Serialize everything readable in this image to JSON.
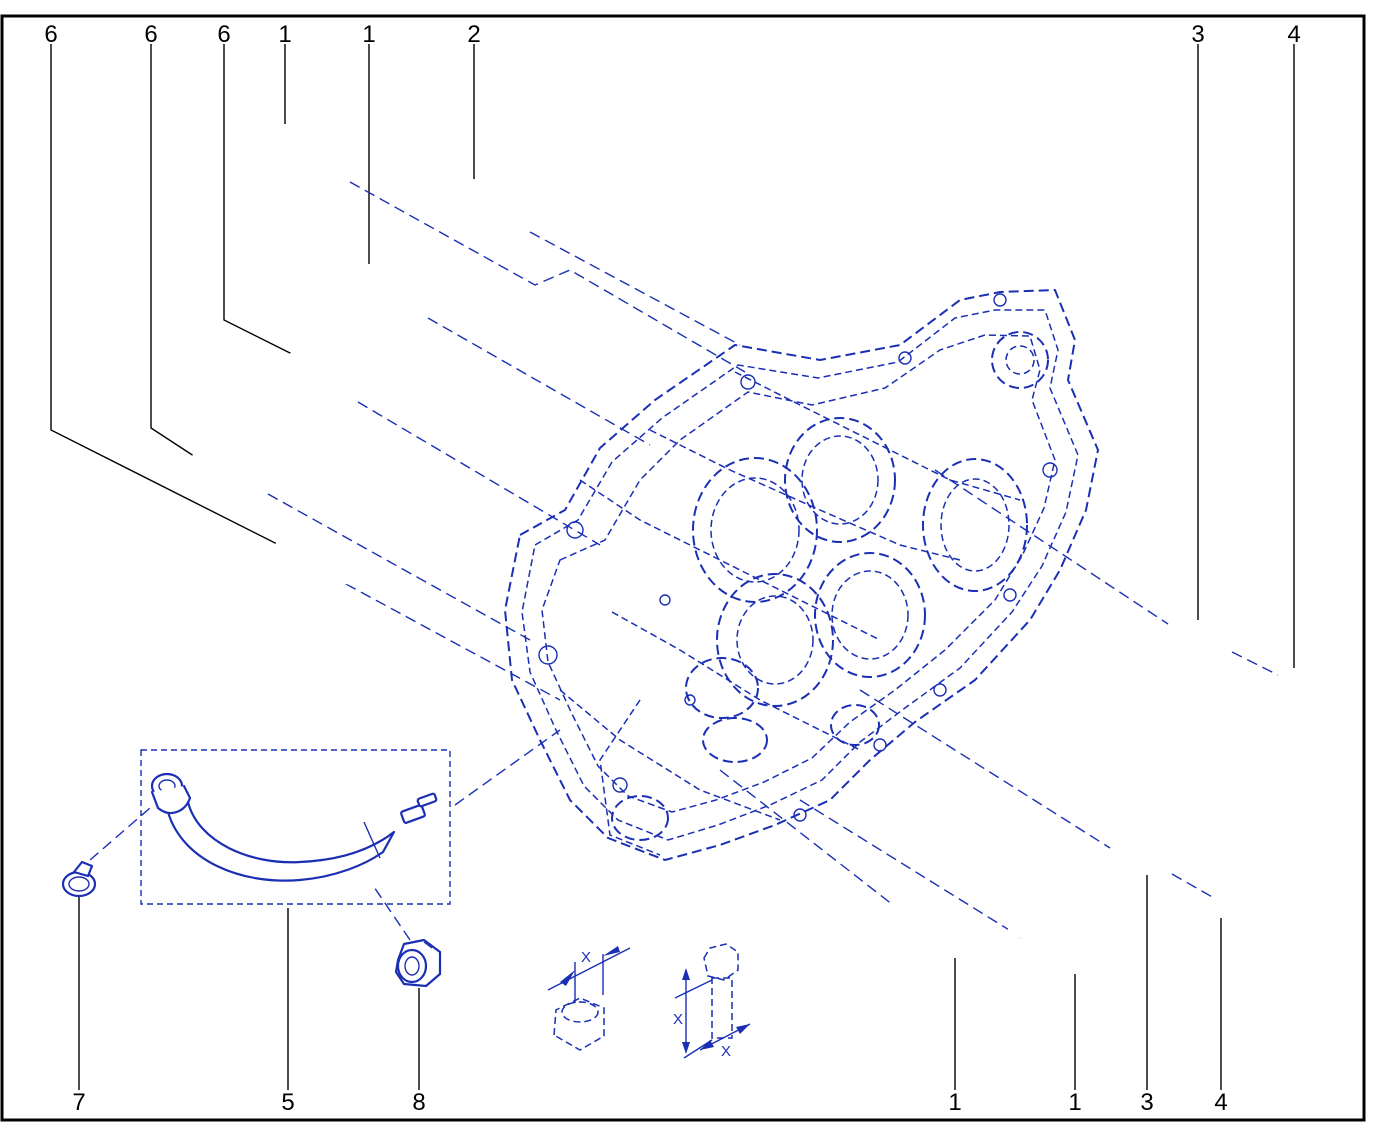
{
  "callouts": [
    {
      "id": "c6a",
      "text": "6"
    },
    {
      "id": "c6b",
      "text": "6"
    },
    {
      "id": "c6c",
      "text": "6"
    },
    {
      "id": "c1a",
      "text": "1"
    },
    {
      "id": "c1b",
      "text": "1"
    },
    {
      "id": "c2",
      "text": "2"
    },
    {
      "id": "c3a",
      "text": "3"
    },
    {
      "id": "c4a",
      "text": "4"
    },
    {
      "id": "c7",
      "text": "7"
    },
    {
      "id": "c5",
      "text": "5"
    },
    {
      "id": "c8",
      "text": "8"
    },
    {
      "id": "c1c",
      "text": "1"
    },
    {
      "id": "c1d",
      "text": "1"
    },
    {
      "id": "c3b",
      "text": "3"
    },
    {
      "id": "c4b",
      "text": "4"
    }
  ],
  "dimension_labels": {
    "nut_width": "X",
    "bolt_length": "X",
    "bolt_diameter": "X"
  },
  "colors": {
    "line": "#1a2fb4",
    "callout": "#000000",
    "frame": "#000000",
    "background": "#ffffff"
  }
}
